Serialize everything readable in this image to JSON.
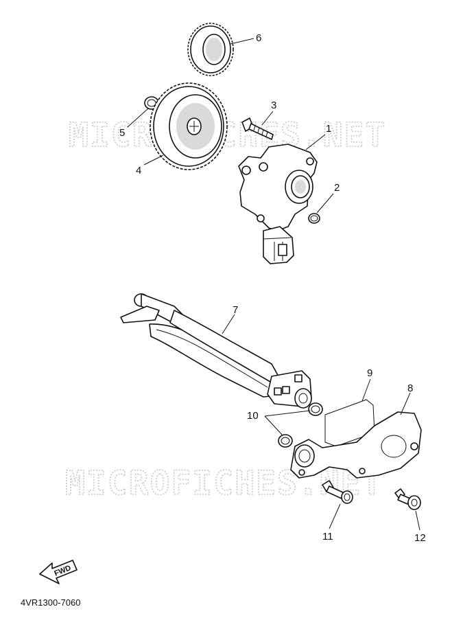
{
  "watermark": "MICROFICHES.NET",
  "callouts": {
    "c1": "1",
    "c2": "2",
    "c3": "3",
    "c4": "4",
    "c5": "5",
    "c6": "6",
    "c7": "7",
    "c8": "8",
    "c9": "9",
    "c10": "10",
    "c11": "11",
    "c12": "12"
  },
  "fwd_label": "FWD",
  "diagram_code": "4VR1300-7060"
}
